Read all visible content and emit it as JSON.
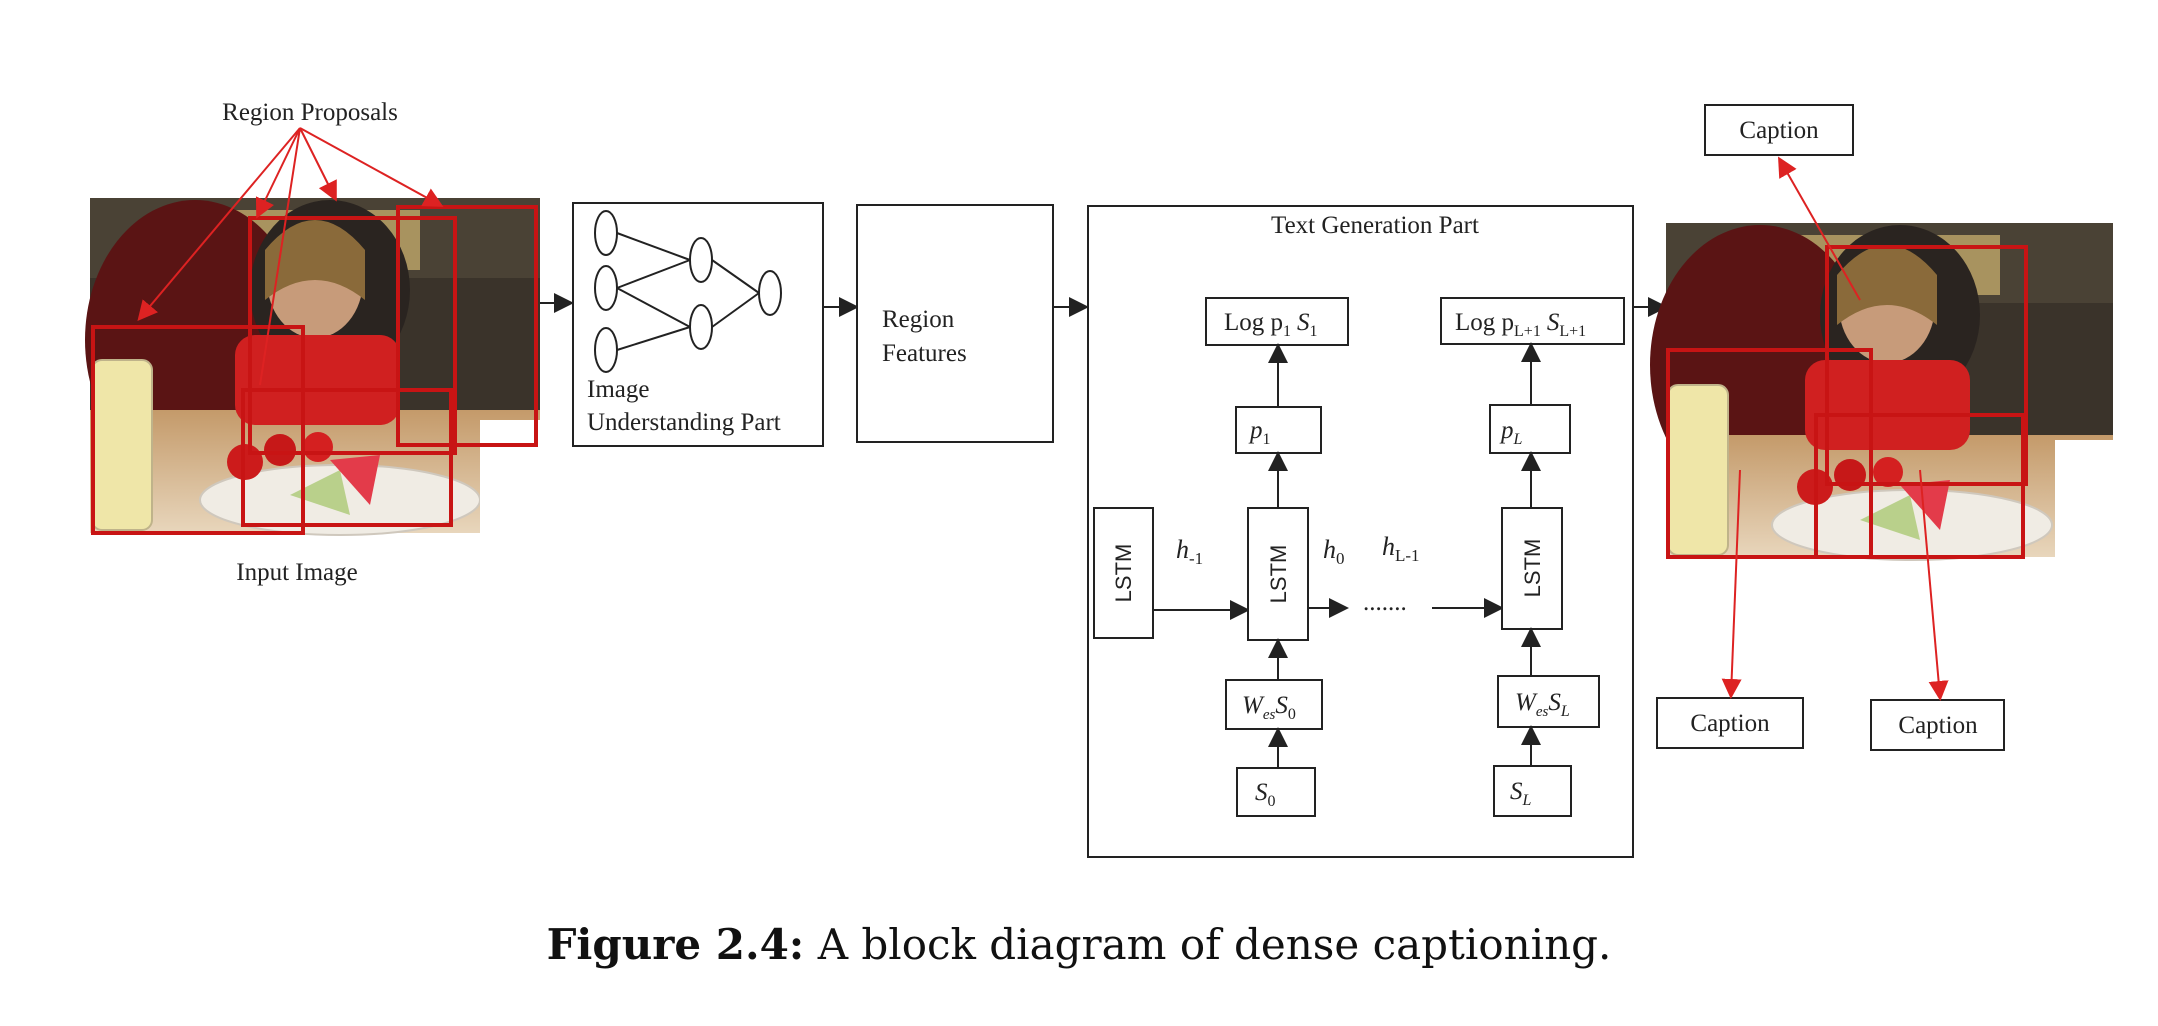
{
  "diagram": {
    "region_proposals": "Region Proposals",
    "input_image": "Input Image",
    "image_understanding_line1": "Image",
    "image_understanding_line2": "Understanding Part",
    "region_features_line1": "Region",
    "region_features_line2": "Features",
    "text_generation": "Text Generation Part",
    "lstm": "LSTM",
    "h_minus1": "h",
    "h_minus1_sub": "-1",
    "h0": "h",
    "h0_sub": "0",
    "hL1": "h",
    "hL1_sub": "L-1",
    "dots": ".......",
    "log_p1": "Log p",
    "log_p1_sub": "1",
    "log_p1_s": "S",
    "log_p1_s_sub": "1",
    "log_pL": "Log p",
    "log_pL_sub": "L+1",
    "log_pL_s": "S",
    "log_pL_s_sub": "L+1",
    "p1": "p",
    "p1_sub": "1",
    "pL": "p",
    "pL_sub": "L",
    "wes0": "W",
    "wes0_sub": "es",
    "wes0_s": "S",
    "wes0_s_sub": "0",
    "wesL": "W",
    "wesL_sub": "es",
    "wesL_s": "S",
    "wesL_s_sub": "L",
    "s0": "S",
    "s0_sub": "0",
    "sL": "S",
    "sL_sub": "L",
    "caption": "Caption"
  },
  "figure_caption": {
    "label": "Figure 2.4:",
    "text": "A block diagram of dense captioning."
  },
  "colors": {
    "proposal_red": "#c81414",
    "arrow_red": "#d22222",
    "line": "#222222"
  }
}
